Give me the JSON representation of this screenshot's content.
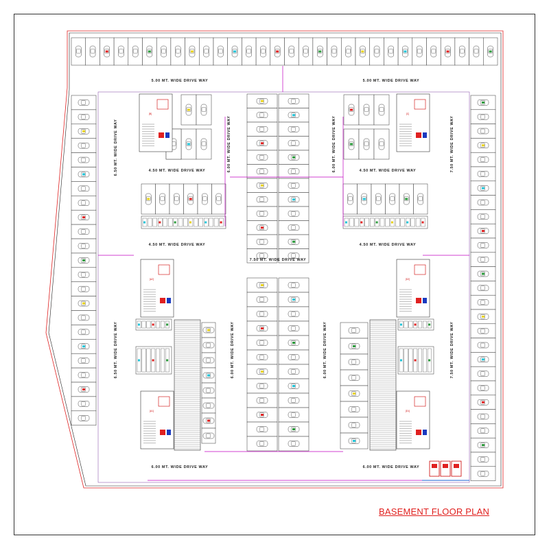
{
  "title": "BASEMENT FLOOR PLAN",
  "colors": {
    "title": "#e0201e",
    "outline": "#222222",
    "service_line": "#c000c0",
    "car_outline": "#444444",
    "accent_cyan": "#22c4d8",
    "accent_yellow": "#e8d21a",
    "accent_green": "#2a9a3a",
    "accent_red": "#e02020"
  },
  "driveways": {
    "top_left": "5.00 MT. WIDE DRIVE WAY",
    "top_right": "5.00 MT. WIDE DRIVE WAY",
    "left_upper": "6.50 MT. WIDE DRIVE WAY",
    "left_lower": "6.50 MT. WIDE DRIVE WAY",
    "center_left_upper": "6.00 MT. WIDE DRIVE WAY",
    "center_right_upper": "6.00 MT. WIDE DRIVE WAY",
    "right_upper": "7.50 MT. WIDE DRIVE WAY",
    "right_lower": "7.50 MT. WIDE DRIVE WAY",
    "mid_left_1": "4.50 MT. WIDE DRIVE WAY",
    "mid_right_1": "4.50 MT. WIDE DRIVE WAY",
    "mid_left_2": "4.50 MT. WIDE DRIVE WAY",
    "mid_right_2": "4.50 MT. WIDE DRIVE WAY",
    "center": "7.50 MT. WIDE DRIVE WAY",
    "center_left_lower": "6.00 MT. WIDE DRIVE WAY",
    "center_right_lower": "6.00 MT. WIDE DRIVE WAY",
    "bottom_left": "6.00 MT. WIDE DRIVE WAY",
    "bottom_right": "6.00 MT. WIDE DRIVE WAY"
  },
  "cores": {
    "b": "[B]",
    "c": "[C]",
    "a2": "[A2]",
    "d2": "[D2]",
    "a1": "[A1]",
    "d1": "[D1]"
  },
  "icons": [
    "car-icon",
    "ramp-icon",
    "staircase-icon",
    "lift-icon",
    "fire-equipment-icon"
  ]
}
